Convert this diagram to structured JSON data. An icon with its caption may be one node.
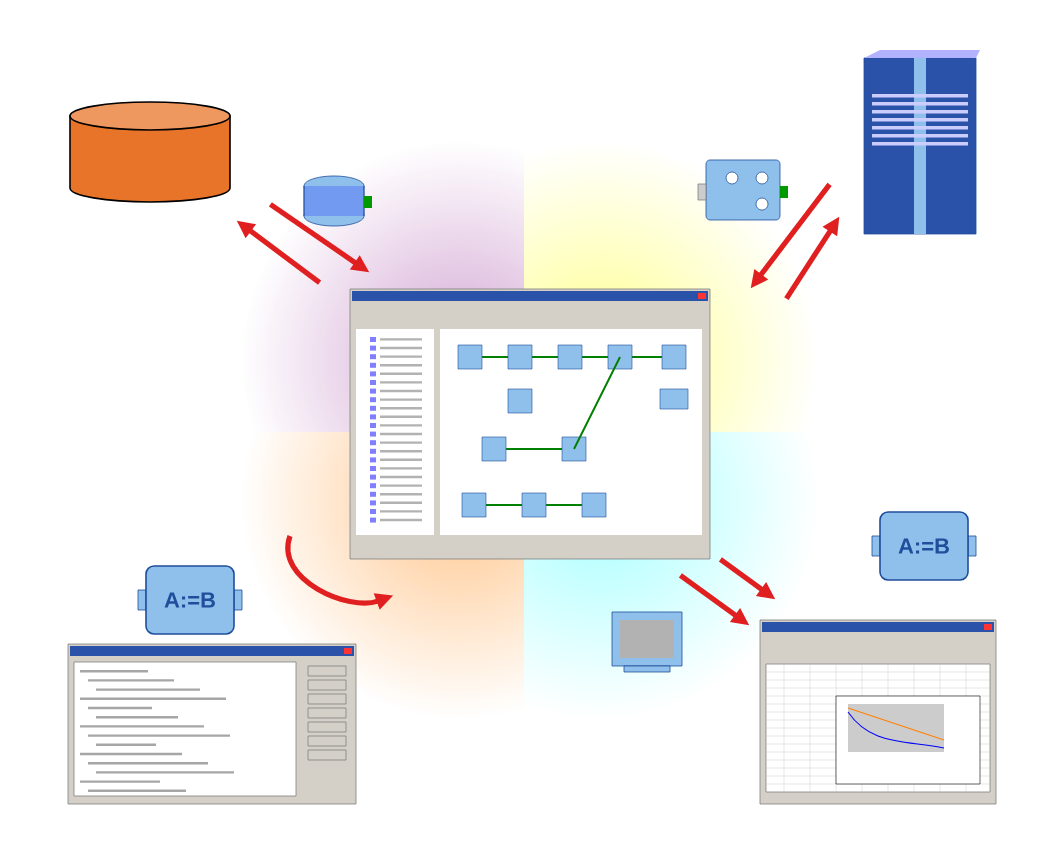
{
  "diagram": {
    "nodes": [
      {
        "text": [],
        "shape": "cylinder"
      },
      {
        "text": [],
        "shape": "picture"
      },
      {
        "text": [],
        "shape": "picture"
      },
      {
        "text": [
          "A:=B"
        ]
      },
      {
        "text": [
          "A:=B"
        ]
      },
      {
        "text": [],
        "shape": "picture"
      },
      {
        "text": [],
        "shape": "picture"
      }
    ],
    "edges": [
      {
        "from": 2,
        "to": 0,
        "arrow": "to"
      },
      {
        "from": 0,
        "to": 2,
        "arrow": "to"
      },
      {
        "from": 1,
        "to": 2,
        "arrow": "to"
      },
      {
        "from": 2,
        "to": 1,
        "arrow": "to"
      },
      {
        "from": null,
        "to": 2,
        "arrow": "to"
      },
      {
        "from": 2,
        "to": 6,
        "arrow": "to"
      },
      {
        "from": 2,
        "to": 6,
        "arrow": "to"
      }
    ]
  }
}
